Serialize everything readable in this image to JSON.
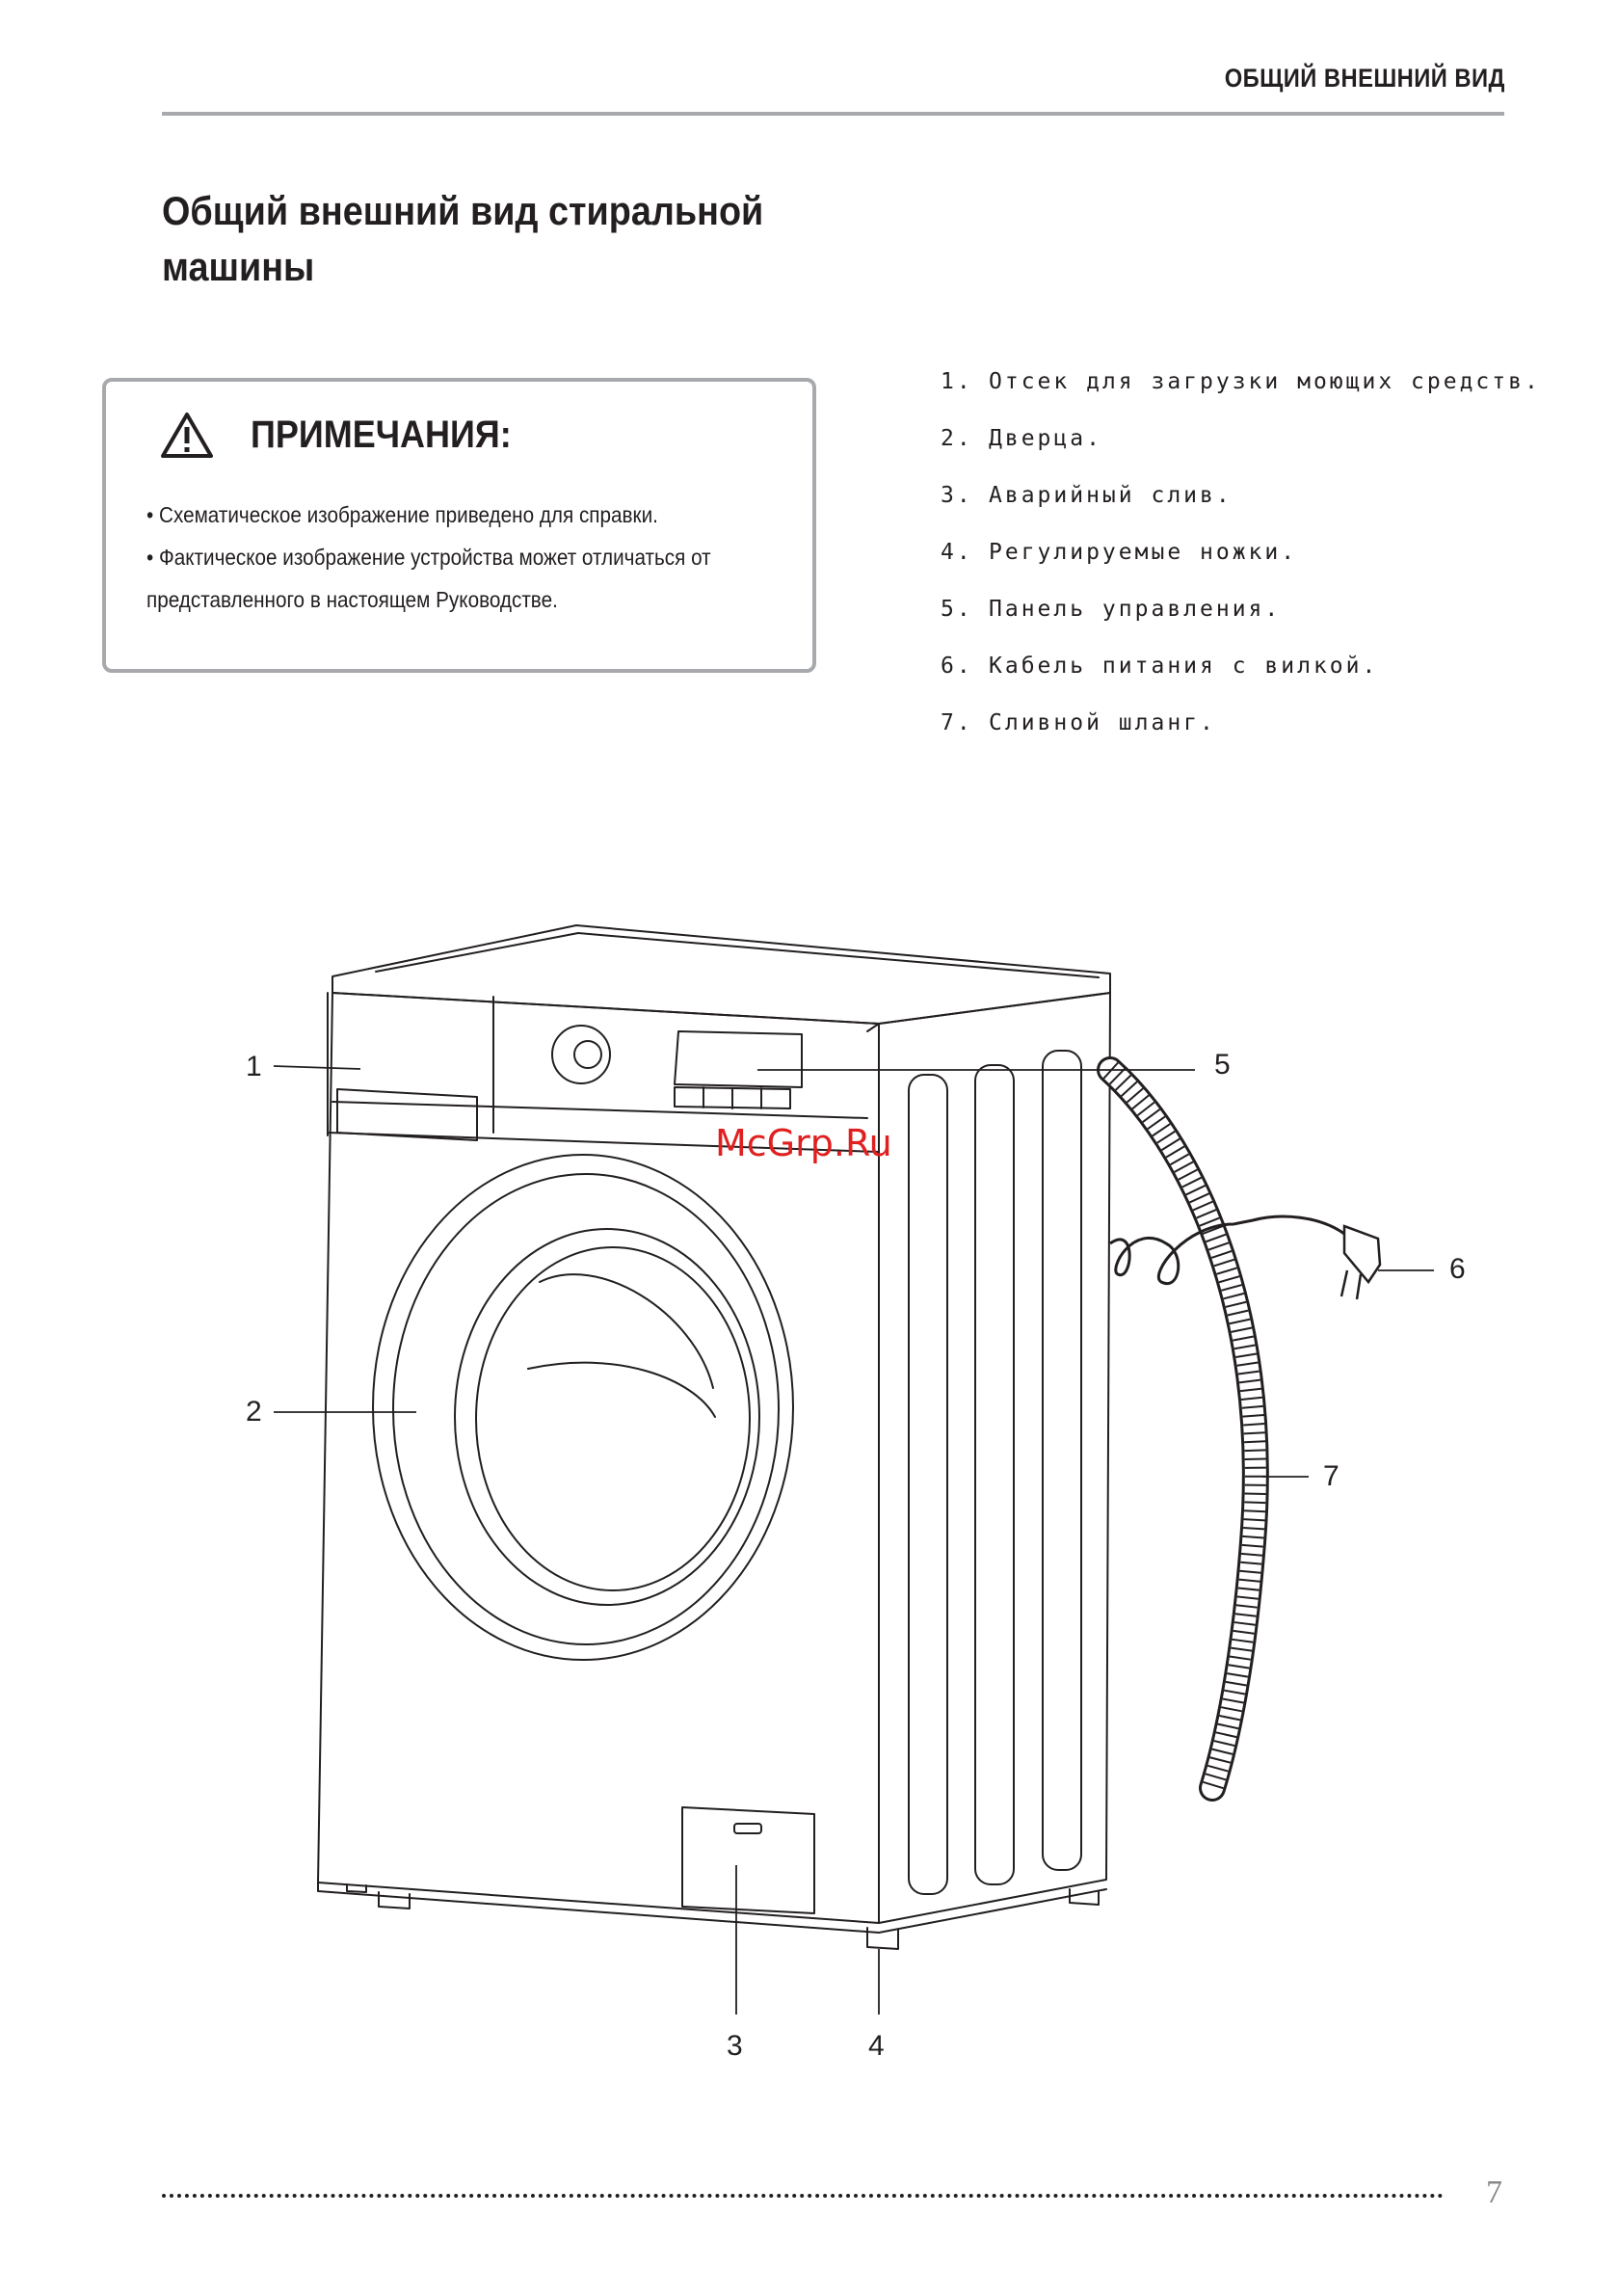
{
  "header": {
    "section_title": "ОБЩИЙ ВНЕШНИЙ ВИД"
  },
  "page_title": "Общий внешний вид стиральной машины",
  "note": {
    "title": "ПРИМЕЧАНИЯ:",
    "line1": "• Схематическое изображение приведено для справки.",
    "line2": "• Фактическое изображение устройства может отличаться от",
    "line3": "представленного в настоящем Руководстве."
  },
  "parts": [
    {
      "num": "1.",
      "label": "Отсек для загрузки моющих средств."
    },
    {
      "num": "2.",
      "label": "Дверца."
    },
    {
      "num": "3.",
      "label": "Аварийный слив."
    },
    {
      "num": "4.",
      "label": "Регулируемые ножки."
    },
    {
      "num": "5.",
      "label": "Панель управления."
    },
    {
      "num": "6.",
      "label": "Кабель питания с вилкой."
    },
    {
      "num": "7.",
      "label": "Сливной шланг."
    }
  ],
  "callouts": {
    "c1": "1",
    "c2": "2",
    "c3": "3",
    "c4": "4",
    "c5": "5",
    "c6": "6",
    "c7": "7"
  },
  "watermark": "McGrp.Ru",
  "page_number": "7",
  "icons": {
    "warning": "warning-triangle-icon"
  },
  "colors": {
    "text": "#231f20",
    "rule": "#a7a9ac",
    "watermark": "#e02020"
  }
}
